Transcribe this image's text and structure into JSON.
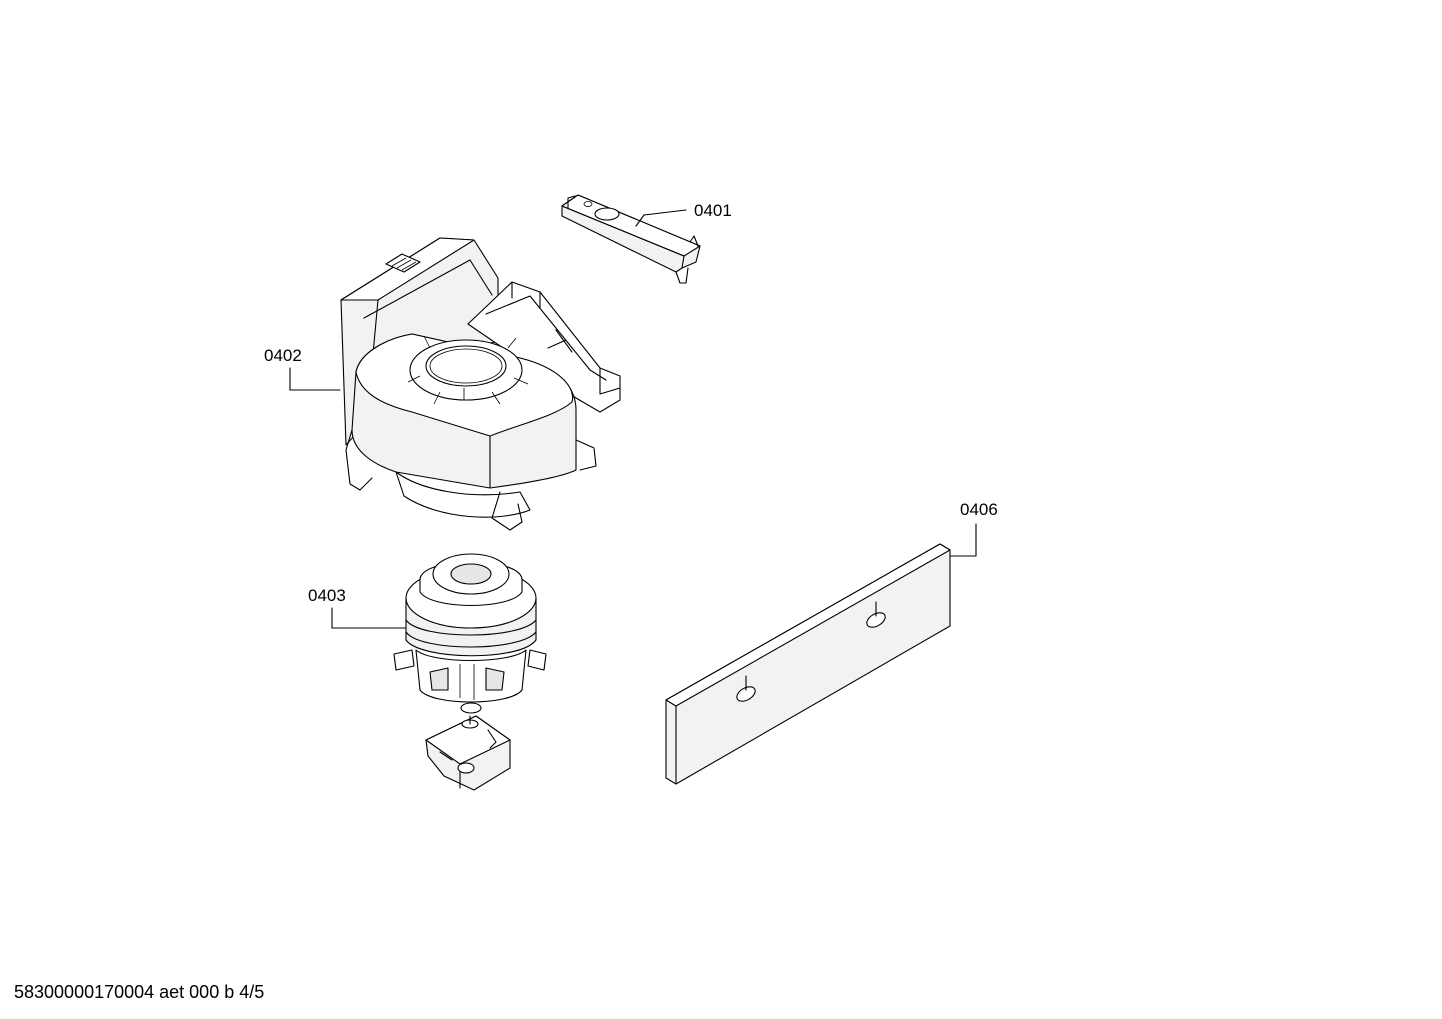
{
  "parts": [
    {
      "id": "cover",
      "label": "0401"
    },
    {
      "id": "fan-housing",
      "label": "0402"
    },
    {
      "id": "motor",
      "label": "0403"
    },
    {
      "id": "panel",
      "label": "0406"
    }
  ],
  "footer": {
    "text": "58300000170004 aet 000 b 4/5"
  }
}
